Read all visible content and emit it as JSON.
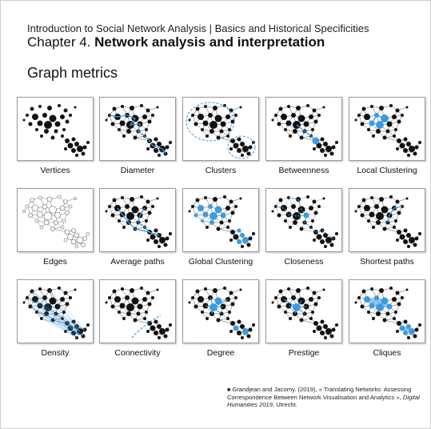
{
  "header": {
    "course_line": "Introduction to Social Network Analysis | Basics and Historical Specificities",
    "chapter_prefix": "Chapter 4.",
    "chapter_title": "Network analysis and interpretation"
  },
  "section_title": "Graph metrics",
  "metrics": [
    {
      "label": "Vertices"
    },
    {
      "label": "Diameter"
    },
    {
      "label": "Clusters"
    },
    {
      "label": "Betweenness"
    },
    {
      "label": "Local Clustering"
    },
    {
      "label": "Edges"
    },
    {
      "label": "Average paths"
    },
    {
      "label": "Global Clustering"
    },
    {
      "label": "Closeness"
    },
    {
      "label": "Shortest paths"
    },
    {
      "label": "Density"
    },
    {
      "label": "Connectivity"
    },
    {
      "label": "Degree"
    },
    {
      "label": "Prestige"
    },
    {
      "label": "Cliques"
    }
  ],
  "citation": {
    "bullet": "■",
    "text_before": "Grandjean and Jacomy. (2019), « Translating Networks: Assessing Correspondence Between Network Visualisation and Analytics », ",
    "journal": "Digital Humanities 2019",
    "text_after": ", Utrecht."
  },
  "colors": {
    "highlight": "#3d9ae0",
    "node": "#111111"
  }
}
